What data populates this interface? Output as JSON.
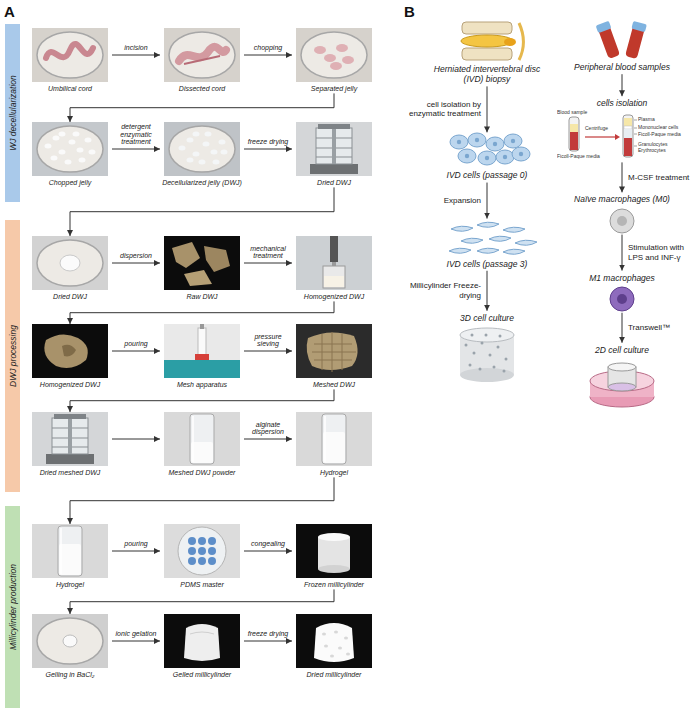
{
  "diagram": {
    "nodes": [
      {
        "text": [
          "WJ decellularization"
        ]
      },
      {
        "text": [
          "Umbilical cord"
        ]
      },
      {
        "text": [
          "Dissected cord"
        ]
      },
      {
        "text": [
          "Separated jelly"
        ]
      },
      {
        "text": [
          "Chopped jelly"
        ]
      },
      {
        "text": [
          "Decellularized jelly (DWJ)"
        ]
      },
      {
        "text": [
          "Dried DWJ"
        ]
      },
      {
        "text": [
          "DWJ processing"
        ]
      },
      {
        "text": [
          "Dried DWJ"
        ]
      },
      {
        "text": [
          "Raw DWJ"
        ]
      },
      {
        "text": [
          "Homogenized DWJ"
        ]
      },
      {
        "text": [
          "Homogenized DWJ"
        ]
      },
      {
        "text": [
          "Mesh apparatus"
        ]
      },
      {
        "text": [
          "Meshed DWJ"
        ]
      },
      {
        "text": [
          "Dried meshed DWJ"
        ]
      },
      {
        "text": [
          "Meshed DWJ powder"
        ]
      },
      {
        "text": [
          "Hydrogel"
        ]
      },
      {
        "text": [
          "Millicylinder production"
        ]
      },
      {
        "text": [
          "Hydrogel"
        ]
      },
      {
        "text": [
          "PDMS master"
        ]
      },
      {
        "text": [
          "Frozen millicylinder"
        ]
      },
      {
        "text": [
          "Gelling in BaCl₂"
        ]
      },
      {
        "text": [
          "Gelled millicylinder"
        ]
      },
      {
        "text": [
          "Dried millicylinder"
        ]
      },
      {
        "text": [
          "Herniated intervertebral disc (IVD) biopsy"
        ]
      },
      {
        "text": [
          "IVD cells (passage 0)"
        ]
      },
      {
        "text": [
          "IVD cells (passage 3)"
        ]
      },
      {
        "text": [
          "3D cell culture"
        ]
      },
      {
        "text": [
          "Peripheral blood samples"
        ]
      },
      {
        "text": [
          "cells isolation"
        ]
      },
      {
        "text": [
          "Naïve macrophages (M0)"
        ]
      },
      {
        "text": [
          "M1 macrophages"
        ]
      },
      {
        "text": [
          "2D cell culture"
        ]
      }
    ],
    "edges": [
      {
        "from": 1,
        "to": 2,
        "arrow": "to",
        "label": "incision"
      },
      {
        "from": 2,
        "to": 3,
        "arrow": "to",
        "label": "chopping"
      },
      {
        "from": 3,
        "to": 4,
        "arrow": "to"
      },
      {
        "from": 4,
        "to": 5,
        "arrow": "to",
        "label": "detergent enzymatic treatment"
      },
      {
        "from": 5,
        "to": 6,
        "arrow": "to",
        "label": "freeze drying"
      },
      {
        "from": 6,
        "to": 8,
        "arrow": "to"
      },
      {
        "from": 8,
        "to": 9,
        "arrow": "to",
        "label": "dispersion"
      },
      {
        "from": 9,
        "to": 10,
        "arrow": "to",
        "label": "mechanical treatment"
      },
      {
        "from": 10,
        "to": 11,
        "arrow": "to"
      },
      {
        "from": 11,
        "to": 12,
        "arrow": "to",
        "label": "pouring"
      },
      {
        "from": 12,
        "to": 13,
        "arrow": "to",
        "label": "pressure sieving"
      },
      {
        "from": 13,
        "to": 14,
        "arrow": "to"
      },
      {
        "from": 14,
        "to": 15,
        "arrow": "to"
      },
      {
        "from": 15,
        "to": 16,
        "arrow": "to",
        "label": "alginate dispersion"
      },
      {
        "from": 16,
        "to": 18,
        "arrow": "to"
      },
      {
        "from": 18,
        "to": 19,
        "arrow": "to",
        "label": "pouring"
      },
      {
        "from": 19,
        "to": 20,
        "arrow": "to",
        "label": "congealing"
      },
      {
        "from": 20,
        "to": 21,
        "arrow": "to"
      },
      {
        "from": 21,
        "to": 22,
        "arrow": "to",
        "label": "ionic gelation"
      },
      {
        "from": 22,
        "to": 23,
        "arrow": "to",
        "label": "freeze drying"
      },
      {
        "from": 24,
        "to": 25,
        "arrow": "to",
        "label": "cell isolation by enzymatic treatment"
      },
      {
        "from": 25,
        "to": 26,
        "arrow": "to",
        "label": "Expansion"
      },
      {
        "from": 26,
        "to": 27,
        "arrow": "to",
        "label": "Millicylinder Freeze-drying"
      },
      {
        "from": 28,
        "to": 29,
        "arrow": "to"
      },
      {
        "from": 29,
        "to": 30,
        "arrow": "to",
        "label": "M-CSF treatment"
      },
      {
        "from": 30,
        "to": 31,
        "arrow": "to",
        "label": "Stimulation with LPS and INF-γ"
      },
      {
        "from": 31,
        "to": 32,
        "arrow": "to",
        "label": "Transwell™"
      }
    ],
    "labels": [
      "A",
      "B",
      "Blood sample",
      "Centrifuge",
      "Plasma",
      "Mononuclear cells",
      "Ficoll-Paque media",
      "Granulocytes Erythrocytes",
      "Ficoll-Paque media"
    ]
  }
}
